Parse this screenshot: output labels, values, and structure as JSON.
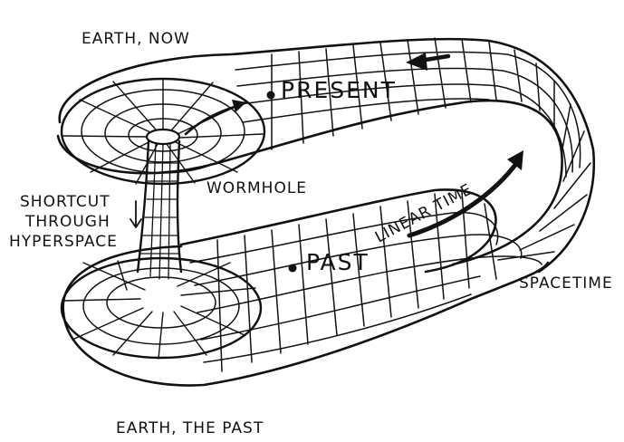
{
  "labels": {
    "earth_now": "EARTH, NOW",
    "earth_past": "EARTH, THE PAST",
    "present": "PRESENT",
    "past": "PAST",
    "linear_time": "LINEAR TIME",
    "wormhole": "WORMHOLE",
    "shortcut_line1": "SHORTCUT",
    "shortcut_line2": "THROUGH",
    "shortcut_line3": "HYPERSPACE",
    "spacetime": "SPACETIME"
  },
  "colors": {
    "ink": "#111111",
    "paper": "#ffffff"
  }
}
